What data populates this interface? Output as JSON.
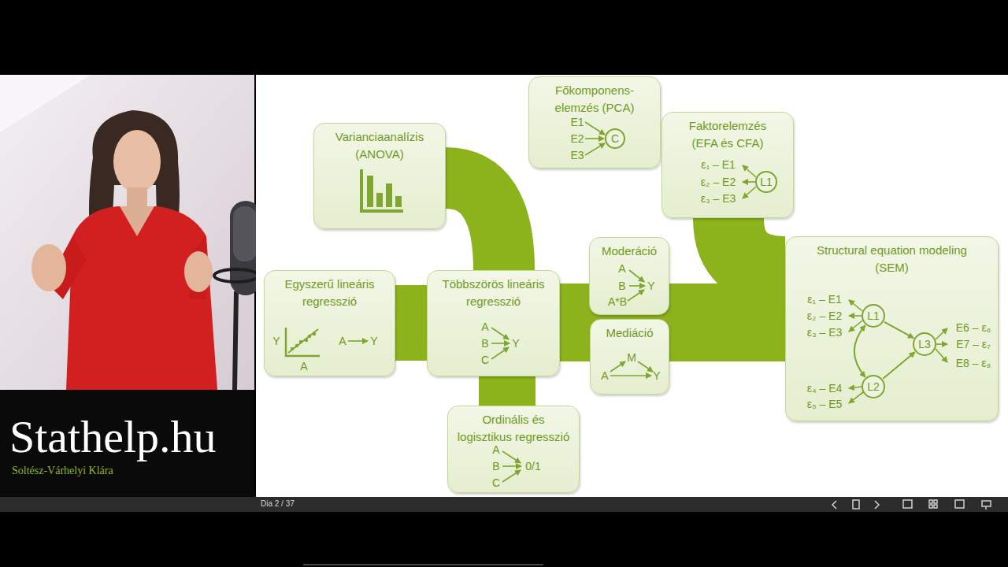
{
  "diagram": {
    "nodes": [
      {
        "text": [
          "Főkomponens- elemzés (PCA)"
        ]
      },
      {
        "text": [
          "C"
        ],
        "in": 0
      },
      {
        "text": [
          "Varianciaanalízis (ANOVA)"
        ]
      },
      {
        "text": [
          "Faktorelemzés (EFA és CFA)"
        ]
      },
      {
        "text": [
          "L1"
        ],
        "in": 3
      },
      {
        "text": [
          "Moderáció"
        ]
      },
      {
        "text": [
          "Structural equation modeling (SEM)"
        ]
      },
      {
        "text": [
          "L1"
        ],
        "in": 6
      },
      {
        "text": [
          "L3"
        ],
        "in": 6
      },
      {
        "text": [
          "L2"
        ],
        "in": 6
      },
      {
        "text": [
          "Egyszerű lineáris regresszió"
        ]
      },
      {
        "text": [
          "Többszörös lineáris regresszió"
        ]
      },
      {
        "text": [
          "Mediáció"
        ]
      },
      {
        "text": [
          "Ordinális és logisztikus regresszió"
        ]
      }
    ],
    "edges": [
      {
        "from": 2,
        "to": 11,
        "arrow": "none"
      },
      {
        "from": 10,
        "to": 11,
        "arrow": "none"
      },
      {
        "from": 11,
        "to": 5,
        "arrow": "none"
      },
      {
        "from": 11,
        "to": 12,
        "arrow": "none"
      },
      {
        "from": 5,
        "to": 6,
        "arrow": "none"
      },
      {
        "from": 12,
        "to": 6,
        "arrow": "none"
      },
      {
        "from": 3,
        "to": 6,
        "arrow": "none"
      },
      {
        "from": 11,
        "to": 13,
        "arrow": "none"
      },
      {
        "from": 7,
        "to": 8,
        "arrow": "to"
      },
      {
        "from": 9,
        "to": 8,
        "arrow": "to"
      },
      {
        "from": 7,
        "to": 9,
        "arrow": "both"
      }
    ],
    "labels": [
      "E1",
      "E2",
      "E3",
      "ε₁ – E1",
      "ε₂ – E2",
      "ε₃ – E3",
      "A",
      "B",
      "A*B",
      "Y",
      "ε₁ – E1",
      "ε₂ – E2",
      "ε₃ – E3",
      "ε₄ – E4",
      "ε₅ – E5",
      "E6 – ε₆",
      "E7 – ε₇",
      "E8 – ε₈",
      "Y",
      "A",
      "A",
      "Y",
      "A",
      "B",
      "C",
      "Y",
      "M",
      "A",
      "Y",
      "A",
      "B",
      "C",
      "0/1",
      "Stathelp.hu",
      "Soltész-Várhelyi Klára",
      "Dia 2 / 37"
    ]
  }
}
